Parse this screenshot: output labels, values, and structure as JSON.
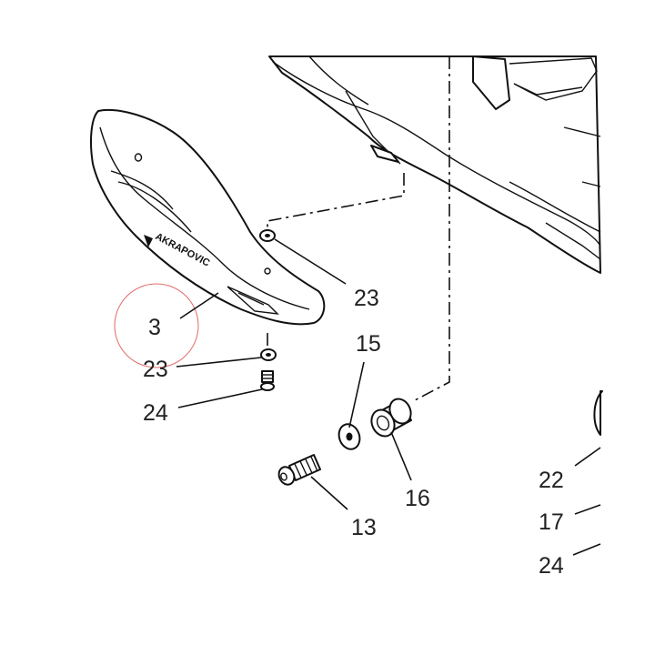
{
  "callouts": {
    "n3": "3",
    "n23_upper": "23",
    "n23_lower": "23",
    "n24_left": "24",
    "n15": "15",
    "n16": "16",
    "n13": "13",
    "n22": "22",
    "n17": "17",
    "n24_right": "24"
  },
  "heatshield_brand_text": "AKRAPOVIC",
  "colors": {
    "line": "#111111",
    "highlight_circle": "#d9534f",
    "label": "#222222"
  }
}
